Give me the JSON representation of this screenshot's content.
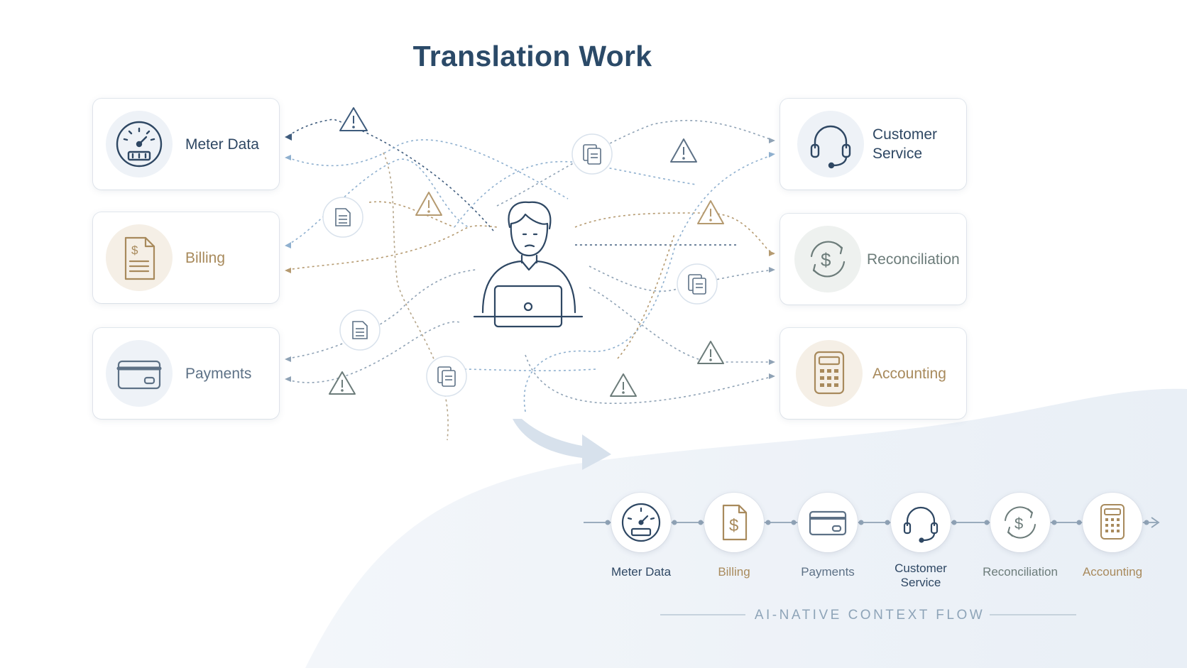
{
  "title": "Translation Work",
  "colors": {
    "navy": "#2e4763",
    "gold": "#a88a5c",
    "slate": "#5d7186",
    "grey": "#6c7c7a",
    "blue": "#8fb0cf"
  },
  "left_systems": [
    {
      "label": "Meter Data",
      "icon": "meter-gauge-icon"
    },
    {
      "label": "Billing",
      "icon": "dollar-document-icon"
    },
    {
      "label": "Payments",
      "icon": "credit-card-icon"
    }
  ],
  "right_systems": [
    {
      "label": "Customer Service",
      "icon": "headset-icon"
    },
    {
      "label": "Reconciliation",
      "icon": "dollar-cycle-icon"
    },
    {
      "label": "Accounting",
      "icon": "calculator-icon"
    }
  ],
  "center_figure": {
    "icon": "person-at-laptop-icon"
  },
  "flow": {
    "steps": [
      {
        "label": "Meter Data",
        "icon": "meter-gauge-icon"
      },
      {
        "label": "Billing",
        "icon": "dollar-document-icon"
      },
      {
        "label": "Payments",
        "icon": "credit-card-icon"
      },
      {
        "label": "Customer Service",
        "icon": "headset-icon"
      },
      {
        "label": "Reconciliation",
        "icon": "dollar-cycle-icon"
      },
      {
        "label": "Accounting",
        "icon": "calculator-icon"
      }
    ],
    "caption": "AI-NATIVE CONTEXT FLOW"
  }
}
